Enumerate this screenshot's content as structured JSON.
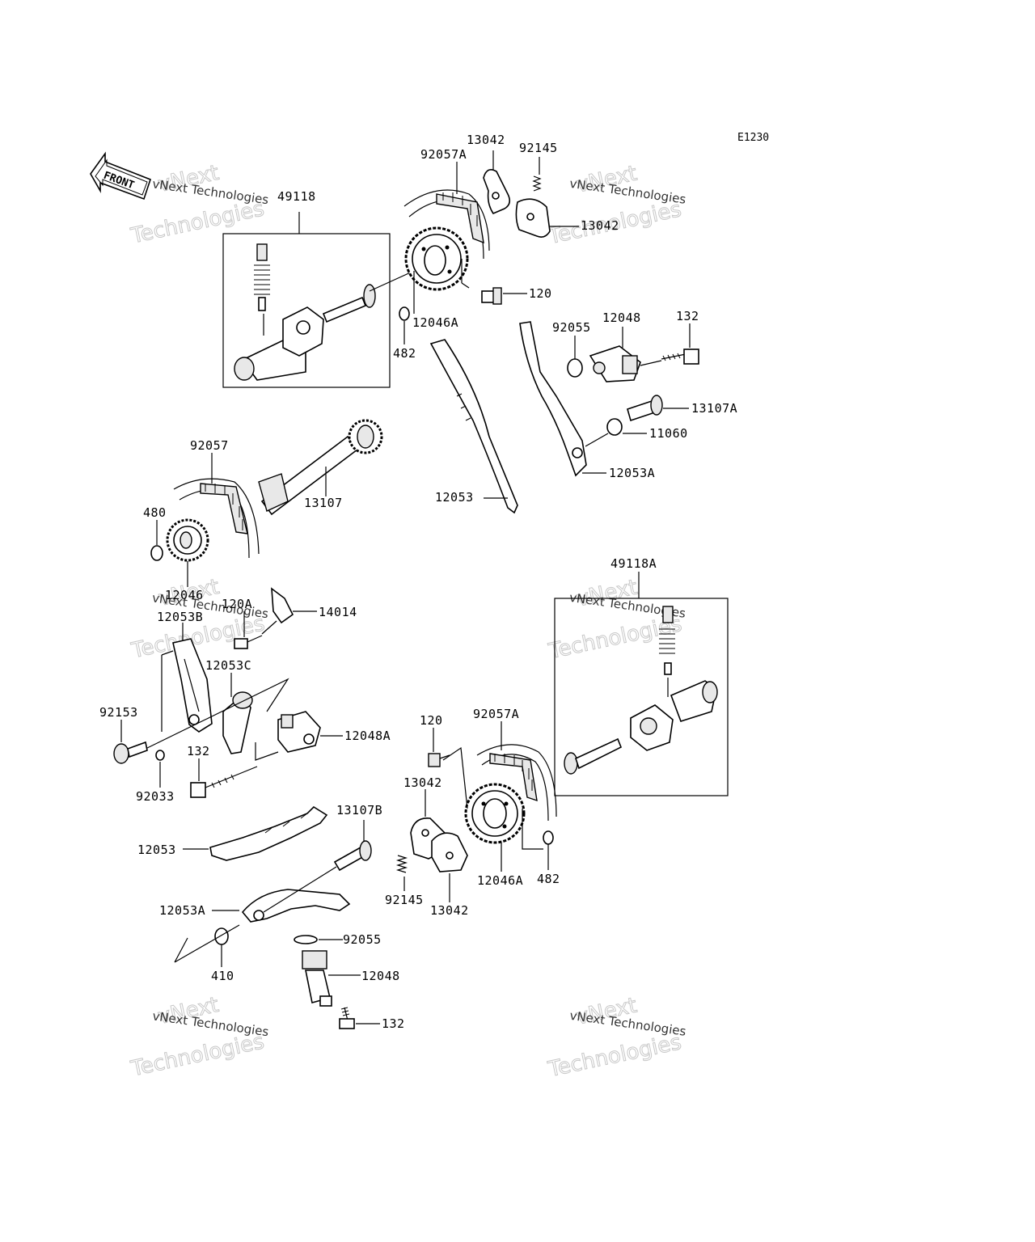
{
  "diagram_code": "E1230",
  "front_label": "FRONT",
  "watermark": {
    "line1": "vNext Technologies",
    "line2": "vNext",
    "line3": "Technologies"
  },
  "callouts": {
    "c49118": "49118",
    "c92057A_top": "92057A",
    "c13042_top": "13042",
    "c92145_top": "92145",
    "c13042_top2": "13042",
    "c120_top": "120",
    "c12046A_top": "12046A",
    "c482_top": "482",
    "c92055_top": "92055",
    "c12048_top": "12048",
    "c132_top": "132",
    "c13107A": "13107A",
    "c11060": "11060",
    "c12053A_top": "12053A",
    "c12053_top": "12053",
    "c92057": "92057",
    "c13107": "13107",
    "c480": "480",
    "c12046": "12046",
    "c120A": "120A",
    "c14014": "14014",
    "c12053B": "12053B",
    "c12053C": "12053C",
    "c49118A": "49118A",
    "c92153": "92153",
    "c12048A": "12048A",
    "c132_mid": "132",
    "c92033": "92033",
    "c120_bot": "120",
    "c92057A_bot": "92057A",
    "c13042_bot": "13042",
    "c13107B": "13107B",
    "c12053_bot": "12053",
    "c12046A_bot": "12046A",
    "c482_bot": "482",
    "c92145_bot": "92145",
    "c13042_bot2": "13042",
    "c12053A_bot": "12053A",
    "c92055_bot": "92055",
    "c12048_bot": "12048",
    "c410": "410",
    "c132_bot": "132"
  }
}
